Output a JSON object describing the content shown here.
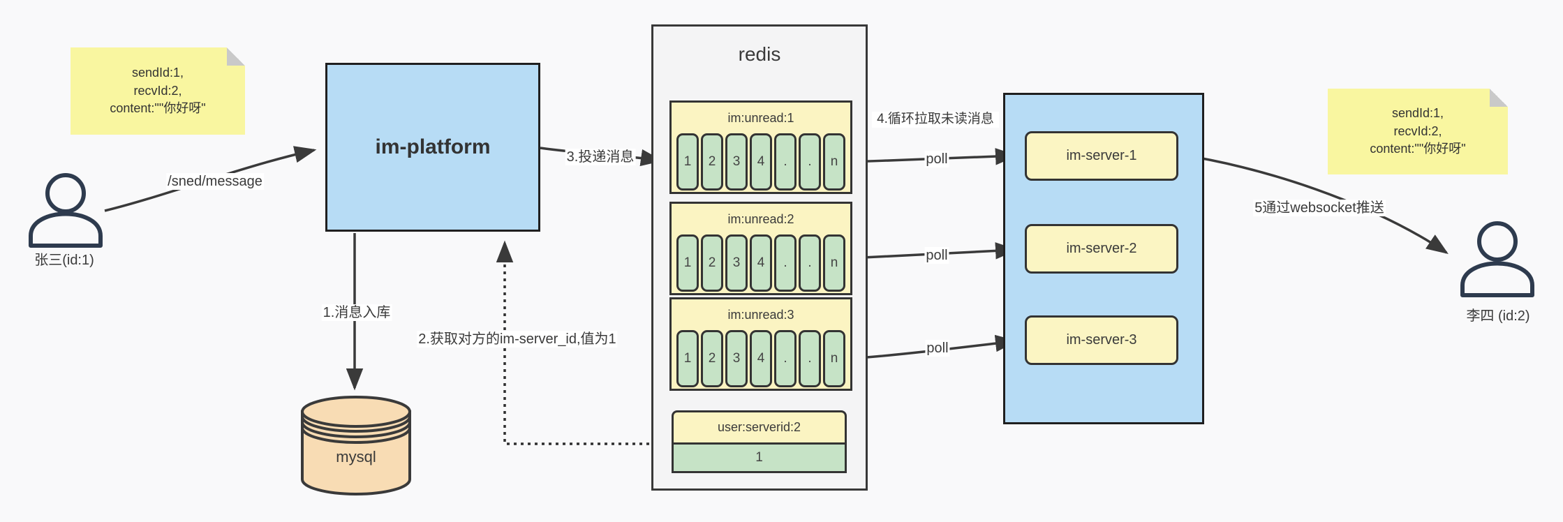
{
  "users": {
    "sender": {
      "label": "张三(id:1)"
    },
    "receiver": {
      "label": "李四 (id:2)"
    }
  },
  "notes": {
    "left": {
      "line1": "sendId:1,",
      "line2": "recvId:2,",
      "line3": "content:\"\"你好呀\""
    },
    "right": {
      "line1": "sendId:1,",
      "line2": "recvId:2,",
      "line3": "content:\"\"你好呀\""
    }
  },
  "platform": {
    "label": "im-platform"
  },
  "mysql": {
    "label": "mysql"
  },
  "redis": {
    "title": "redis",
    "queues": [
      {
        "header": "im:unread:1",
        "cells": [
          "1",
          "2",
          "3",
          "4",
          ".",
          ".",
          "n"
        ]
      },
      {
        "header": "im:unread:2",
        "cells": [
          "1",
          "2",
          "3",
          "4",
          ".",
          ".",
          "n"
        ]
      },
      {
        "header": "im:unread:3",
        "cells": [
          "1",
          "2",
          "3",
          "4",
          ".",
          ".",
          "n"
        ]
      }
    ],
    "server_map": {
      "header": "user:serverid:2",
      "value": "1"
    }
  },
  "servers": {
    "items": [
      {
        "label": "im-server-1"
      },
      {
        "label": "im-server-2"
      },
      {
        "label": "im-server-3"
      }
    ]
  },
  "labels": {
    "send_api": "/sned/message",
    "step1": "1.消息入库",
    "step2": "2.获取对方的im-server_id,值为1",
    "step3": "3.投递消息",
    "step4": "4.循环拉取未读消息",
    "step5": "5通过websocket推送",
    "poll1": "poll",
    "poll2": "poll",
    "poll3": "poll"
  },
  "colors": {
    "background": "#f9f9fa",
    "platform_blue": "#b7dcf5",
    "note_yellow": "#f9f6a0",
    "block_yellow": "#fbf4c2",
    "cell_green": "#c6e3c6",
    "mysql_tan": "#f8dcb4",
    "container_gray": "#f4f4f5",
    "line_dark": "#3a3a3a"
  }
}
